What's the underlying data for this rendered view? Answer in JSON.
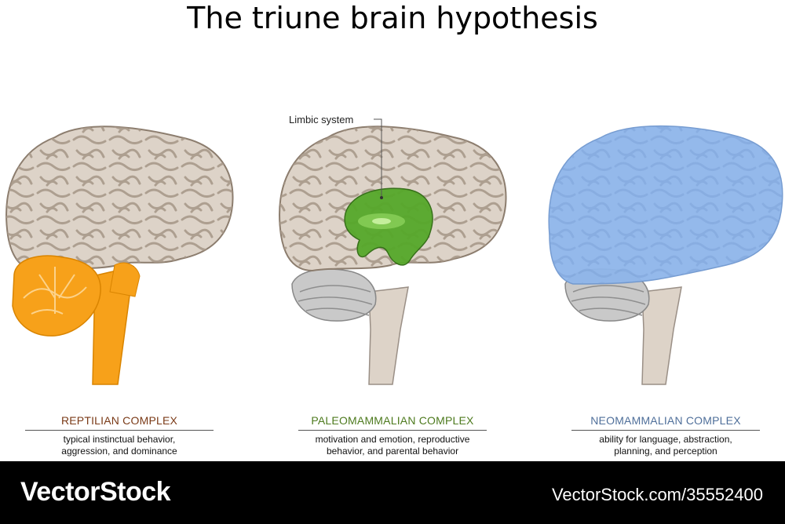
{
  "title": "The triune brain hypothesis",
  "callout": "Limbic system",
  "sections": [
    {
      "heading": "REPTILIAN COMPLEX",
      "line1": "typical instinctual behavior,",
      "line2": "aggression, and dominance",
      "color": "#7a3a17"
    },
    {
      "heading": "PALEOMAMMALIAN COMPLEX",
      "line1": "motivation and emotion, reproductive",
      "line2": "behavior, and parental behavior",
      "color": "#4d7a1e"
    },
    {
      "heading": "NEOMAMMALIAN COMPLEX",
      "line1": "ability for language, abstraction,",
      "line2": "planning, and perception",
      "color": "#4f6f9a"
    }
  ],
  "footer": {
    "brand": "VectorStock",
    "id": "VectorStock.com/35552400"
  },
  "colors": {
    "cortex": "#ddd3c8",
    "sulci": "#a8998a",
    "reptilian": "#f7a11a",
    "limbic": "#56a82a",
    "neocortex": "#8fb6ea",
    "cerebellum": "#c9c9c9"
  }
}
